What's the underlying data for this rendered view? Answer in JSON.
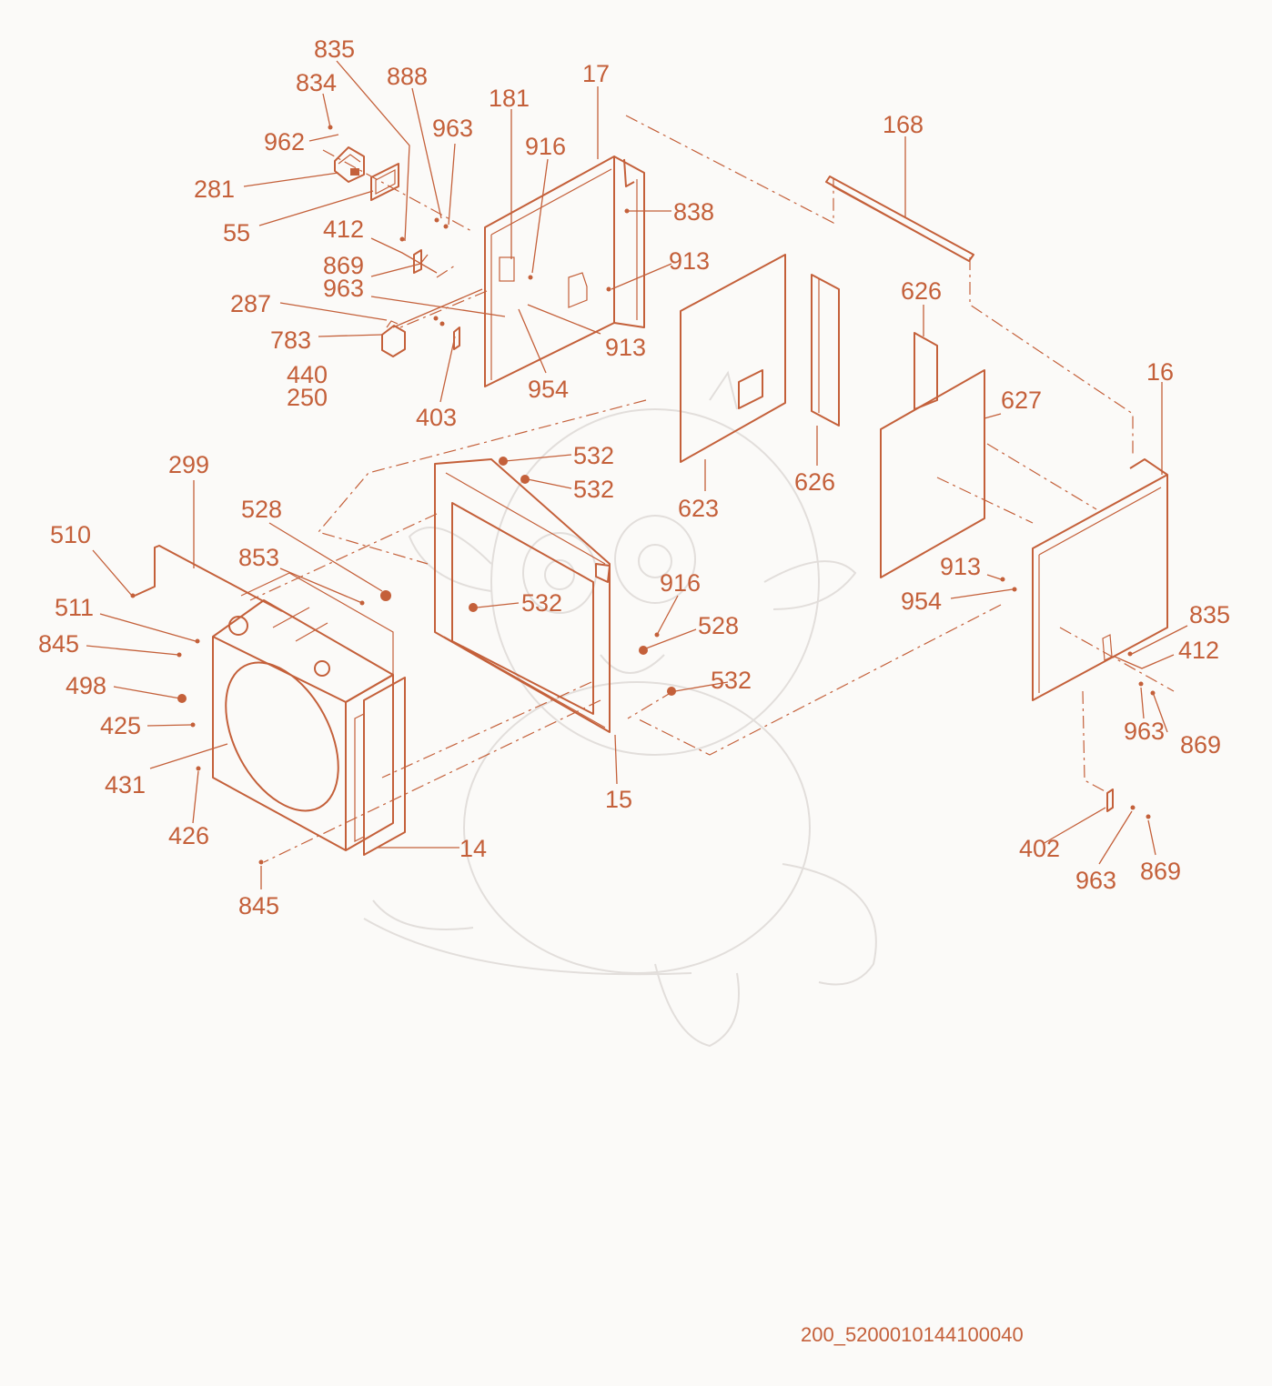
{
  "diagram_id": "200_5200010144100040",
  "colors": {
    "ink": "#c4603a",
    "background": "#fbfaf8",
    "watermark": "#e2dedb"
  },
  "watermark": "dragon-mascot-sketch",
  "callouts": [
    "835",
    "834",
    "888",
    "181",
    "17",
    "963",
    "916",
    "962",
    "281",
    "55",
    "838",
    "412",
    "869",
    "963",
    "913",
    "287",
    "783",
    "440",
    "250",
    "913",
    "954",
    "403",
    "168",
    "626",
    "16",
    "627",
    "623",
    "626",
    "532",
    "532",
    "299",
    "528",
    "510",
    "853",
    "532",
    "916",
    "528",
    "511",
    "845",
    "498",
    "532",
    "425",
    "431",
    "15",
    "426",
    "14",
    "845",
    "913",
    "954",
    "835",
    "412",
    "963",
    "869",
    "402",
    "963",
    "869"
  ]
}
